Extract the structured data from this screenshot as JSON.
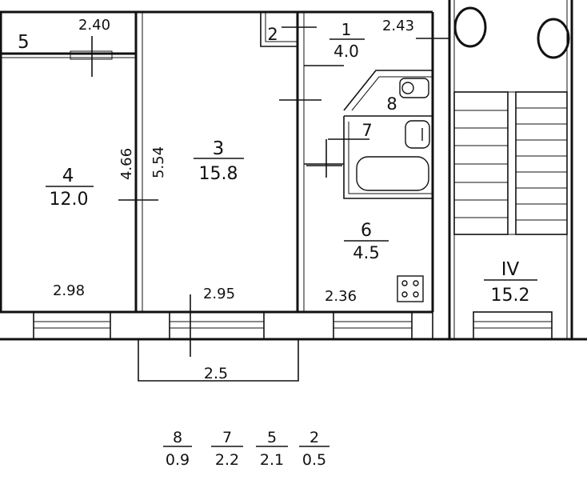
{
  "rooms": [
    {
      "id": "1",
      "number": "1",
      "area": "4.0"
    },
    {
      "id": "2",
      "number": "2"
    },
    {
      "id": "3",
      "number": "3",
      "area": "15.8"
    },
    {
      "id": "4",
      "number": "4",
      "area": "12.0"
    },
    {
      "id": "5",
      "number": "5"
    },
    {
      "id": "6",
      "number": "6",
      "area": "4.5"
    },
    {
      "id": "7",
      "number": "7"
    },
    {
      "id": "8",
      "number": "8"
    },
    {
      "id": "IV",
      "number": "IV",
      "area": "15.2"
    }
  ],
  "dimensions": {
    "d_240": "2.40",
    "d_243": "2.43",
    "d_466": "4.66",
    "d_554": "5.54",
    "d_298": "2.98",
    "d_295": "2.95",
    "d_236": "2.36",
    "d_25": "2.5"
  },
  "legend": [
    {
      "number": "8",
      "area": "0.9"
    },
    {
      "number": "7",
      "area": "2.2"
    },
    {
      "number": "5",
      "area": "2.1"
    },
    {
      "number": "2",
      "area": "0.5"
    }
  ]
}
